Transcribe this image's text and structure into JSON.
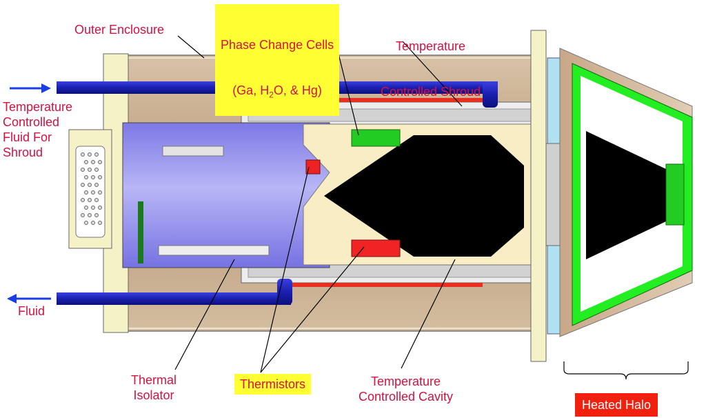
{
  "labels": {
    "outer_enclosure": "Outer Enclosure",
    "phase_change_line1": "Phase Change Cells",
    "phase_change_line2_a": "(Ga, H",
    "phase_change_line2_sub": "2",
    "phase_change_line2_b": "O, & Hg)",
    "temp_shroud_line1": "Temperature",
    "temp_shroud_line2": "Controlled Shroud",
    "fluid_for_shroud": "Temperature\nControlled\nFluid For\nShroud",
    "fluid": "Fluid",
    "thermal_isolator": "Thermal\nIsolator",
    "thermistors": "Thermistors",
    "temp_cavity": "Temperature\nControlled Cavity",
    "heated_halo": "Heated Halo"
  },
  "colors": {
    "label_text": "#d8103f",
    "enclosure": "#c4a888",
    "pipe": "#1a1fb0",
    "arrow": "#1a3ee6",
    "isolator": "#8a86ee",
    "cream": "#f8edc4",
    "cavity": "#000000",
    "halo_green": "#22ee22",
    "shroud_gray": "#d2d2d2",
    "heater_red": "#e83020",
    "highlight_yellow": "#ffff33",
    "highlight_red": "#f2200f"
  }
}
